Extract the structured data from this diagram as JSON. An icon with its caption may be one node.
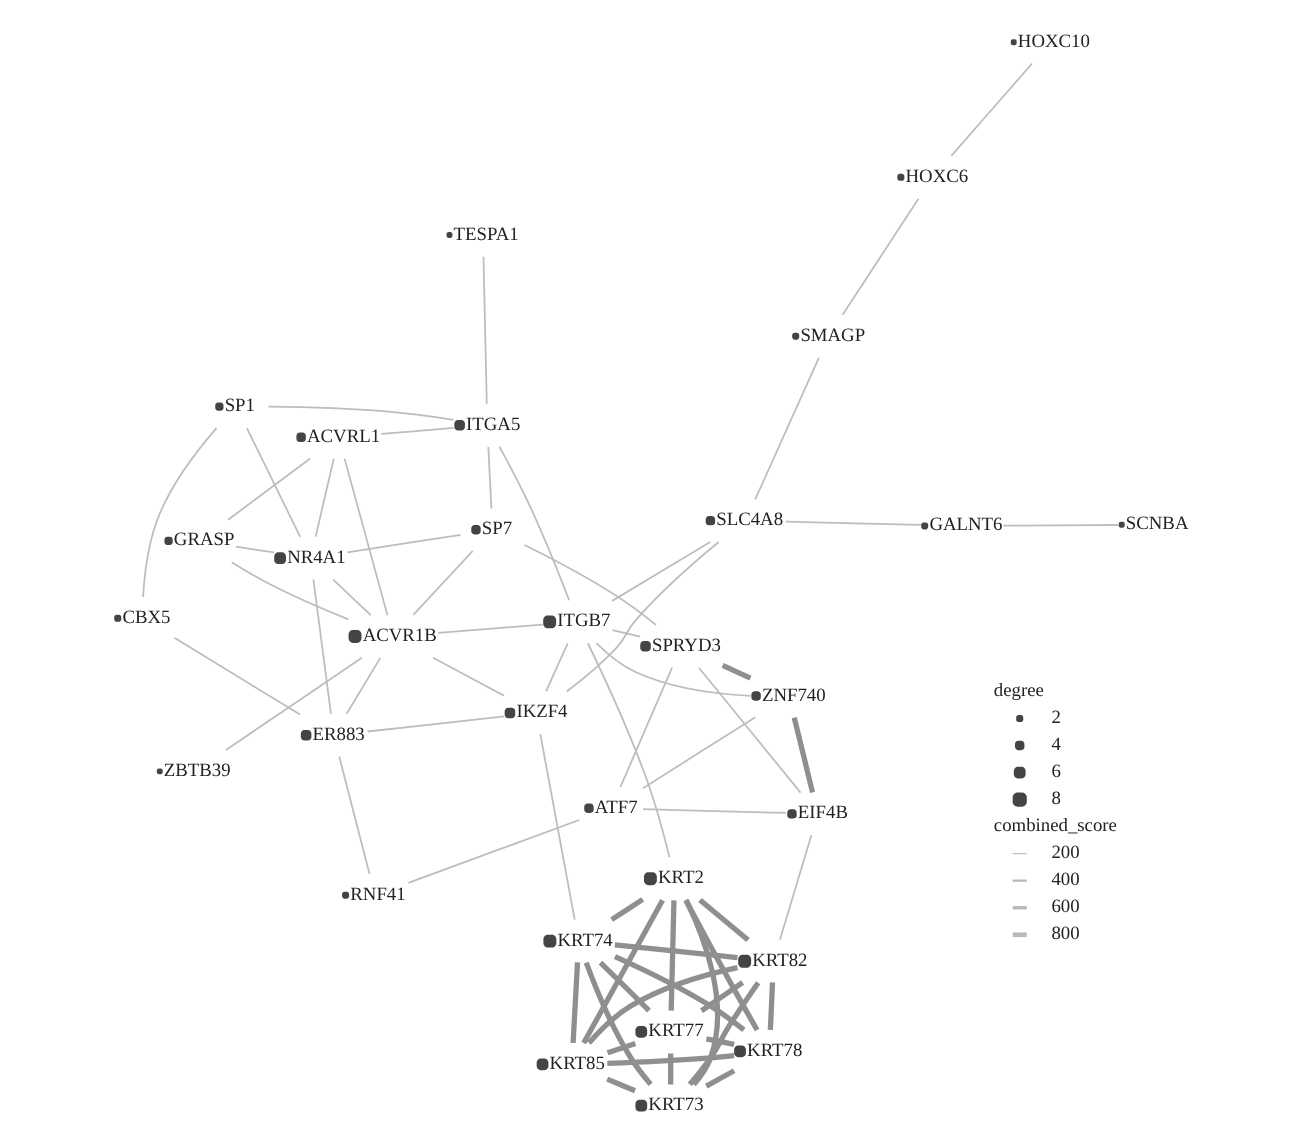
{
  "diagram": {
    "nodes": [
      {
        "text": [
          "CBX5"
        ]
      },
      {
        "text": [
          "SP1"
        ]
      },
      {
        "text": [
          "ZBTB39"
        ]
      },
      {
        "text": [
          "NR4A1"
        ]
      },
      {
        "text": [
          "ER883"
        ]
      },
      {
        "text": [
          "ACVRL1"
        ]
      },
      {
        "text": [
          "GRASP"
        ]
      },
      {
        "text": [
          "RNF41"
        ]
      },
      {
        "text": [
          "ACVR1B"
        ]
      },
      {
        "text": [
          "KRT73"
        ]
      },
      {
        "text": [
          "KRT85"
        ]
      },
      {
        "text": [
          "KRT74"
        ]
      },
      {
        "text": [
          "IKZF4"
        ]
      },
      {
        "text": [
          "ITGA5"
        ]
      },
      {
        "text": [
          "TESPA1"
        ]
      },
      {
        "text": [
          "KRT77"
        ]
      },
      {
        "text": [
          "KRT78"
        ]
      },
      {
        "text": [
          "KRT2"
        ]
      },
      {
        "text": [
          "ITGB7"
        ]
      },
      {
        "text": [
          "SP7"
        ]
      },
      {
        "text": [
          "KRT82"
        ]
      },
      {
        "text": [
          "ATF7"
        ]
      },
      {
        "text": [
          "SPRYD3"
        ]
      },
      {
        "text": [
          "SLC4A8"
        ]
      },
      {
        "text": [
          "GALNT6"
        ]
      },
      {
        "text": [
          "SCNBA"
        ]
      },
      {
        "text": [
          "EIF4B"
        ]
      },
      {
        "text": [
          "ZNF740"
        ]
      },
      {
        "text": [
          "SMAGP"
        ]
      },
      {
        "text": [
          "HOXC6"
        ]
      },
      {
        "text": [
          "HOXC10"
        ]
      }
    ],
    "edges": [
      {
        "from": 0,
        "to": 1,
        "arrow": "none"
      },
      {
        "from": 0,
        "to": 4,
        "arrow": "none"
      },
      {
        "from": 1,
        "to": 3,
        "arrow": "none"
      },
      {
        "from": 1,
        "to": 13,
        "arrow": "none"
      },
      {
        "from": 2,
        "to": 8,
        "arrow": "none"
      },
      {
        "from": 3,
        "to": 4,
        "arrow": "none"
      },
      {
        "from": 3,
        "to": 6,
        "arrow": "none"
      },
      {
        "from": 3,
        "to": 5,
        "arrow": "none"
      },
      {
        "from": 3,
        "to": 8,
        "arrow": "none"
      },
      {
        "from": 3,
        "to": 19,
        "arrow": "none"
      },
      {
        "from": 5,
        "to": 6,
        "arrow": "none"
      },
      {
        "from": 5,
        "to": 8,
        "arrow": "none"
      },
      {
        "from": 5,
        "to": 13,
        "arrow": "none"
      },
      {
        "from": 6,
        "to": 8,
        "arrow": "none"
      },
      {
        "from": 4,
        "to": 7,
        "arrow": "none"
      },
      {
        "from": 4,
        "to": 8,
        "arrow": "none"
      },
      {
        "from": 4,
        "to": 12,
        "arrow": "none"
      },
      {
        "from": 8,
        "to": 12,
        "arrow": "none"
      },
      {
        "from": 8,
        "to": 19,
        "arrow": "none"
      },
      {
        "from": 8,
        "to": 18,
        "arrow": "none"
      },
      {
        "from": 13,
        "to": 18,
        "arrow": "none"
      },
      {
        "from": 13,
        "to": 14,
        "arrow": "none"
      },
      {
        "from": 13,
        "to": 19,
        "arrow": "none"
      },
      {
        "from": 11,
        "to": 12,
        "arrow": "none"
      },
      {
        "from": 12,
        "to": 18,
        "arrow": "none"
      },
      {
        "from": 12,
        "to": 23,
        "arrow": "none"
      },
      {
        "from": 18,
        "to": 22,
        "arrow": "none"
      },
      {
        "from": 18,
        "to": 27,
        "arrow": "none"
      },
      {
        "from": 18,
        "to": 23,
        "arrow": "none"
      },
      {
        "from": 17,
        "to": 18,
        "arrow": "none"
      },
      {
        "from": 19,
        "to": 22,
        "arrow": "none"
      },
      {
        "from": 23,
        "to": 24,
        "arrow": "none"
      },
      {
        "from": 24,
        "to": 25,
        "arrow": "none"
      },
      {
        "from": 23,
        "to": 28,
        "arrow": "none"
      },
      {
        "from": 28,
        "to": 29,
        "arrow": "none"
      },
      {
        "from": 29,
        "to": 30,
        "arrow": "none"
      },
      {
        "from": 7,
        "to": 21,
        "arrow": "none"
      },
      {
        "from": 21,
        "to": 26,
        "arrow": "none"
      },
      {
        "from": 21,
        "to": 27,
        "arrow": "none"
      },
      {
        "from": 21,
        "to": 22,
        "arrow": "none"
      },
      {
        "from": 26,
        "to": 22,
        "arrow": "none"
      },
      {
        "from": 26,
        "to": 27,
        "arrow": "none",
        "style": "thick"
      },
      {
        "from": 20,
        "to": 26,
        "arrow": "none"
      },
      {
        "from": 22,
        "to": 27,
        "arrow": "none",
        "style": "thick"
      },
      {
        "from": 9,
        "to": 10,
        "arrow": "none",
        "style": "thick"
      },
      {
        "from": 9,
        "to": 11,
        "arrow": "none",
        "style": "thick"
      },
      {
        "from": 9,
        "to": 15,
        "arrow": "none",
        "style": "thick"
      },
      {
        "from": 9,
        "to": 16,
        "arrow": "none",
        "style": "thick"
      },
      {
        "from": 9,
        "to": 17,
        "arrow": "none",
        "style": "thick"
      },
      {
        "from": 9,
        "to": 20,
        "arrow": "none",
        "style": "thick"
      },
      {
        "from": 10,
        "to": 11,
        "arrow": "none",
        "style": "thick"
      },
      {
        "from": 10,
        "to": 15,
        "arrow": "none",
        "style": "thick"
      },
      {
        "from": 10,
        "to": 16,
        "arrow": "none",
        "style": "thick"
      },
      {
        "from": 10,
        "to": 17,
        "arrow": "none",
        "style": "thick"
      },
      {
        "from": 10,
        "to": 20,
        "arrow": "none",
        "style": "thick"
      },
      {
        "from": 11,
        "to": 15,
        "arrow": "none",
        "style": "thick"
      },
      {
        "from": 11,
        "to": 16,
        "arrow": "none",
        "style": "thick"
      },
      {
        "from": 11,
        "to": 17,
        "arrow": "none",
        "style": "thick"
      },
      {
        "from": 11,
        "to": 20,
        "arrow": "none",
        "style": "thick"
      },
      {
        "from": 15,
        "to": 16,
        "arrow": "none",
        "style": "thick"
      },
      {
        "from": 15,
        "to": 17,
        "arrow": "none",
        "style": "thick"
      },
      {
        "from": 15,
        "to": 20,
        "arrow": "none",
        "style": "thick"
      },
      {
        "from": 16,
        "to": 17,
        "arrow": "none",
        "style": "thick"
      },
      {
        "from": 16,
        "to": 20,
        "arrow": "none",
        "style": "thick"
      },
      {
        "from": 17,
        "to": 20,
        "arrow": "none",
        "style": "thick"
      }
    ],
    "labels": [
      "degree",
      "combined_score"
    ],
    "legend": [
      {
        "text": "2"
      },
      {
        "text": "4"
      },
      {
        "text": "6"
      },
      {
        "text": "8"
      },
      {
        "text": "200"
      },
      {
        "text": "400"
      },
      {
        "text": "600"
      },
      {
        "text": "800"
      }
    ]
  }
}
